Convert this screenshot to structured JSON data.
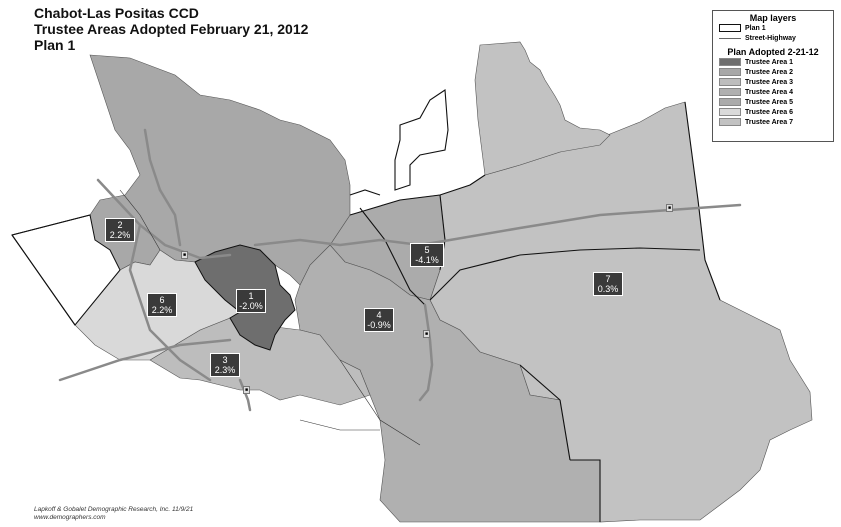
{
  "titles": {
    "line1": "Chabot-Las Positas CCD",
    "line2": "Trustee Areas Adopted February 21, 2012",
    "line3": "Plan 1"
  },
  "legend": {
    "layers_heading": "Map layers",
    "layer_plan": "Plan 1",
    "layer_street": "Street-Highway",
    "plan_heading": "Plan Adopted 2-21-12",
    "areas": [
      {
        "name": "Trustee Area 1",
        "color": "#6e6e6e"
      },
      {
        "name": "Trustee Area 2",
        "color": "#a8a8a8"
      },
      {
        "name": "Trustee Area 3",
        "color": "#bdbdbd"
      },
      {
        "name": "Trustee Area 4",
        "color": "#b0b0b0"
      },
      {
        "name": "Trustee Area 5",
        "color": "#ababab"
      },
      {
        "name": "Trustee Area 6",
        "color": "#d9d9d9"
      },
      {
        "name": "Trustee Area 7",
        "color": "#c2c2c2"
      }
    ]
  },
  "area_labels": [
    {
      "id": "1",
      "deviation": "-2.0%"
    },
    {
      "id": "2",
      "deviation": "2.2%"
    },
    {
      "id": "3",
      "deviation": "2.3%"
    },
    {
      "id": "4",
      "deviation": "-0.9%"
    },
    {
      "id": "5",
      "deviation": "-4.1%"
    },
    {
      "id": "6",
      "deviation": "2.2%"
    },
    {
      "id": "7",
      "deviation": "0.3%"
    }
  ],
  "credits": {
    "line1": "Lapkoff & Gobalet Demographic Research, Inc.  11/9/21",
    "line2": "www.demographers.com"
  },
  "colors": {
    "highway": "#8a8a8a",
    "boundary": "#111111"
  }
}
